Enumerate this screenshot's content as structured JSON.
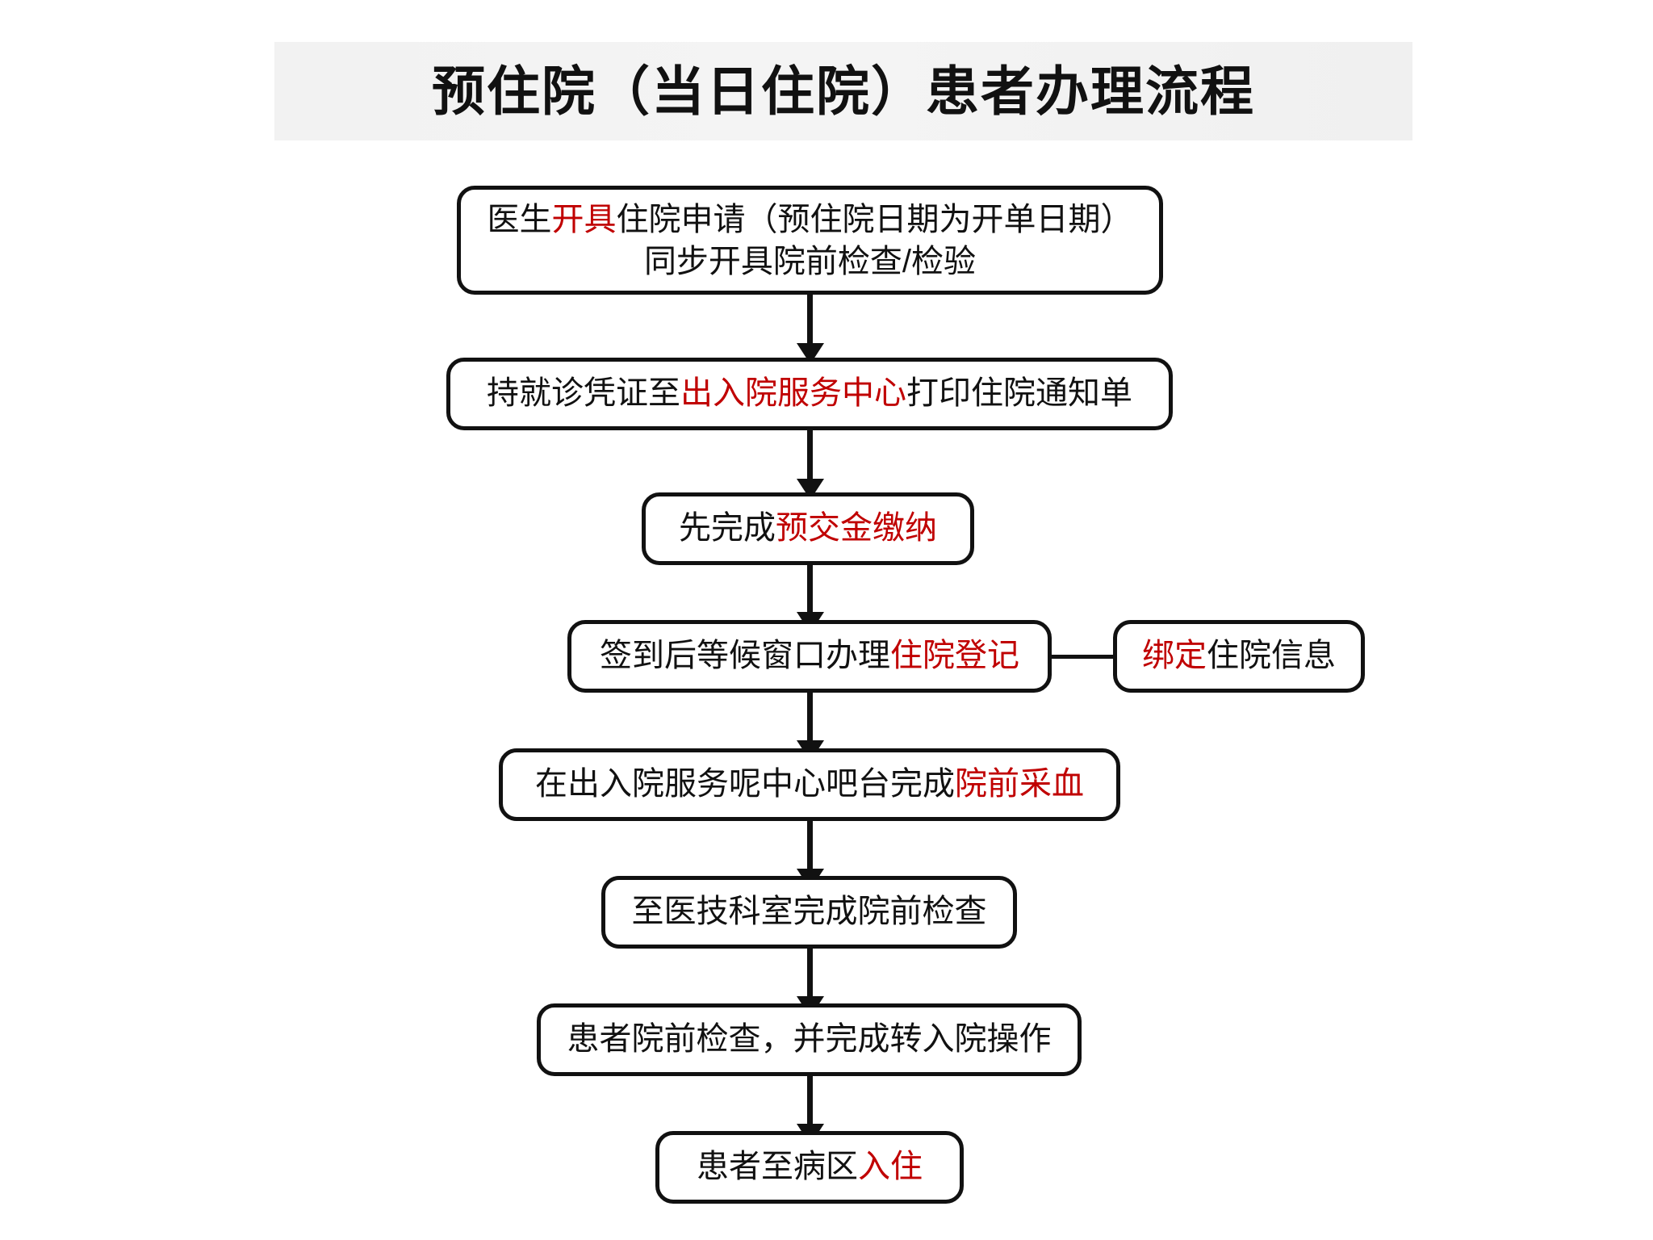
{
  "title": "预住院（当日住院）患者办理流程",
  "accent_color": "#c00000",
  "text_color": "#111111",
  "banner_bg": "#f2f2f2",
  "nodes": {
    "n1": {
      "line1_a": "医生",
      "line1_hl": "开具",
      "line1_b": "住院申请（预住院日期为开单日期）",
      "line2": "同步开具院前检查/检验"
    },
    "n2": {
      "a": "持就诊凭证至",
      "hl": "出入院服务中心",
      "b": "打印住院通知单"
    },
    "n3": {
      "a": "先完成",
      "hl": "预交金缴纳",
      "b": ""
    },
    "n4": {
      "a": "签到后等候窗口办理",
      "hl": "住院登记",
      "b": ""
    },
    "n4side": {
      "hl": "绑定",
      "b": "住院信息"
    },
    "n5": {
      "a": "在出入院服务呢中心吧台完成",
      "hl": "院前采血",
      "b": ""
    },
    "n6": {
      "a": "至医技科室完成院前检查",
      "hl": "",
      "b": ""
    },
    "n7": {
      "a": "患者院前检查，并完成转入院操作",
      "hl": "",
      "b": ""
    },
    "n8": {
      "a": "患者至病区",
      "hl": "入住",
      "b": ""
    }
  }
}
